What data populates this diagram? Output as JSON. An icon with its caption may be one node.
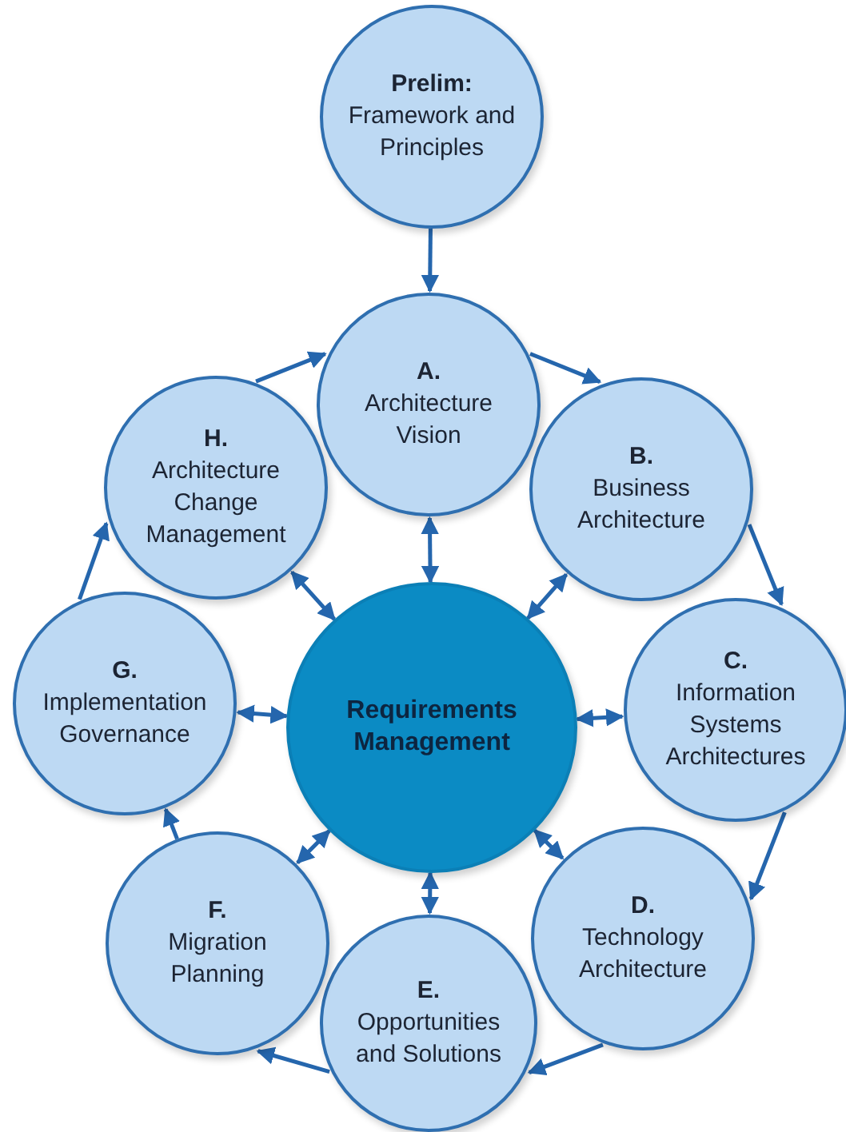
{
  "diagram": {
    "nodes": [
      {
        "text": [
          "Prelim:",
          "Framework and Principles"
        ]
      },
      {
        "text": [
          "A.",
          "Architecture Vision"
        ]
      },
      {
        "text": [
          "B.",
          "Business Architecture"
        ]
      },
      {
        "text": [
          "C.",
          "Information Systems Architectures"
        ]
      },
      {
        "text": [
          "D.",
          "Technology Architecture"
        ]
      },
      {
        "text": [
          "E.",
          "Opportunities and Solutions"
        ]
      },
      {
        "text": [
          "F.",
          "Migration Planning"
        ]
      },
      {
        "text": [
          "G.",
          "Implementation Governance"
        ]
      },
      {
        "text": [
          "H.",
          "Architecture Change Management"
        ]
      },
      {
        "text": [
          "Requirements Management"
        ]
      }
    ],
    "edges": [
      {
        "from": 0,
        "to": 1,
        "arrow": "to"
      },
      {
        "from": 1,
        "to": 2,
        "arrow": "to"
      },
      {
        "from": 2,
        "to": 3,
        "arrow": "to"
      },
      {
        "from": 3,
        "to": 4,
        "arrow": "to"
      },
      {
        "from": 4,
        "to": 5,
        "arrow": "to"
      },
      {
        "from": 5,
        "to": 6,
        "arrow": "to"
      },
      {
        "from": 6,
        "to": 7,
        "arrow": "to"
      },
      {
        "from": 7,
        "to": 8,
        "arrow": "to"
      },
      {
        "from": 8,
        "to": 1,
        "arrow": "to"
      },
      {
        "from": 9,
        "to": 1,
        "arrow": "both"
      },
      {
        "from": 9,
        "to": 2,
        "arrow": "both"
      },
      {
        "from": 9,
        "to": 3,
        "arrow": "both"
      },
      {
        "from": 9,
        "to": 4,
        "arrow": "both"
      },
      {
        "from": 9,
        "to": 5,
        "arrow": "both"
      },
      {
        "from": 9,
        "to": 6,
        "arrow": "both"
      },
      {
        "from": 9,
        "to": 7,
        "arrow": "both"
      },
      {
        "from": 9,
        "to": 8,
        "arrow": "both"
      }
    ]
  }
}
